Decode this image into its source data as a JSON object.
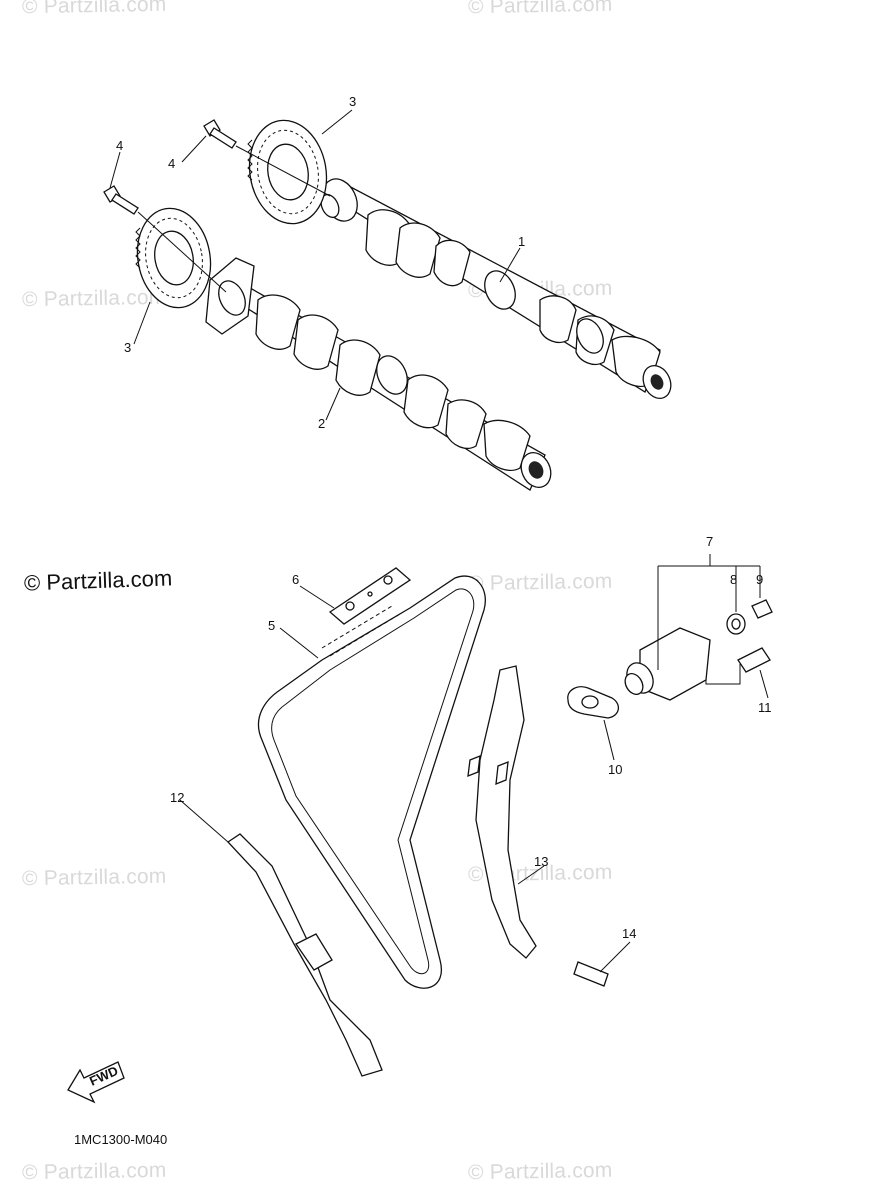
{
  "watermarks": {
    "text": "© Partzilla.com",
    "brand_text": "© Partzilla.com"
  },
  "diagram_code": "1MC1300-M040",
  "fwd_arrow_label": "FWD",
  "callouts": [
    "1",
    "2",
    "3",
    "3",
    "4",
    "4",
    "5",
    "6",
    "7",
    "8",
    "9",
    "10",
    "11",
    "12",
    "13",
    "14"
  ],
  "colors": {
    "line": "#111111",
    "watermark": "#d9d9d9",
    "background": "#ffffff"
  }
}
